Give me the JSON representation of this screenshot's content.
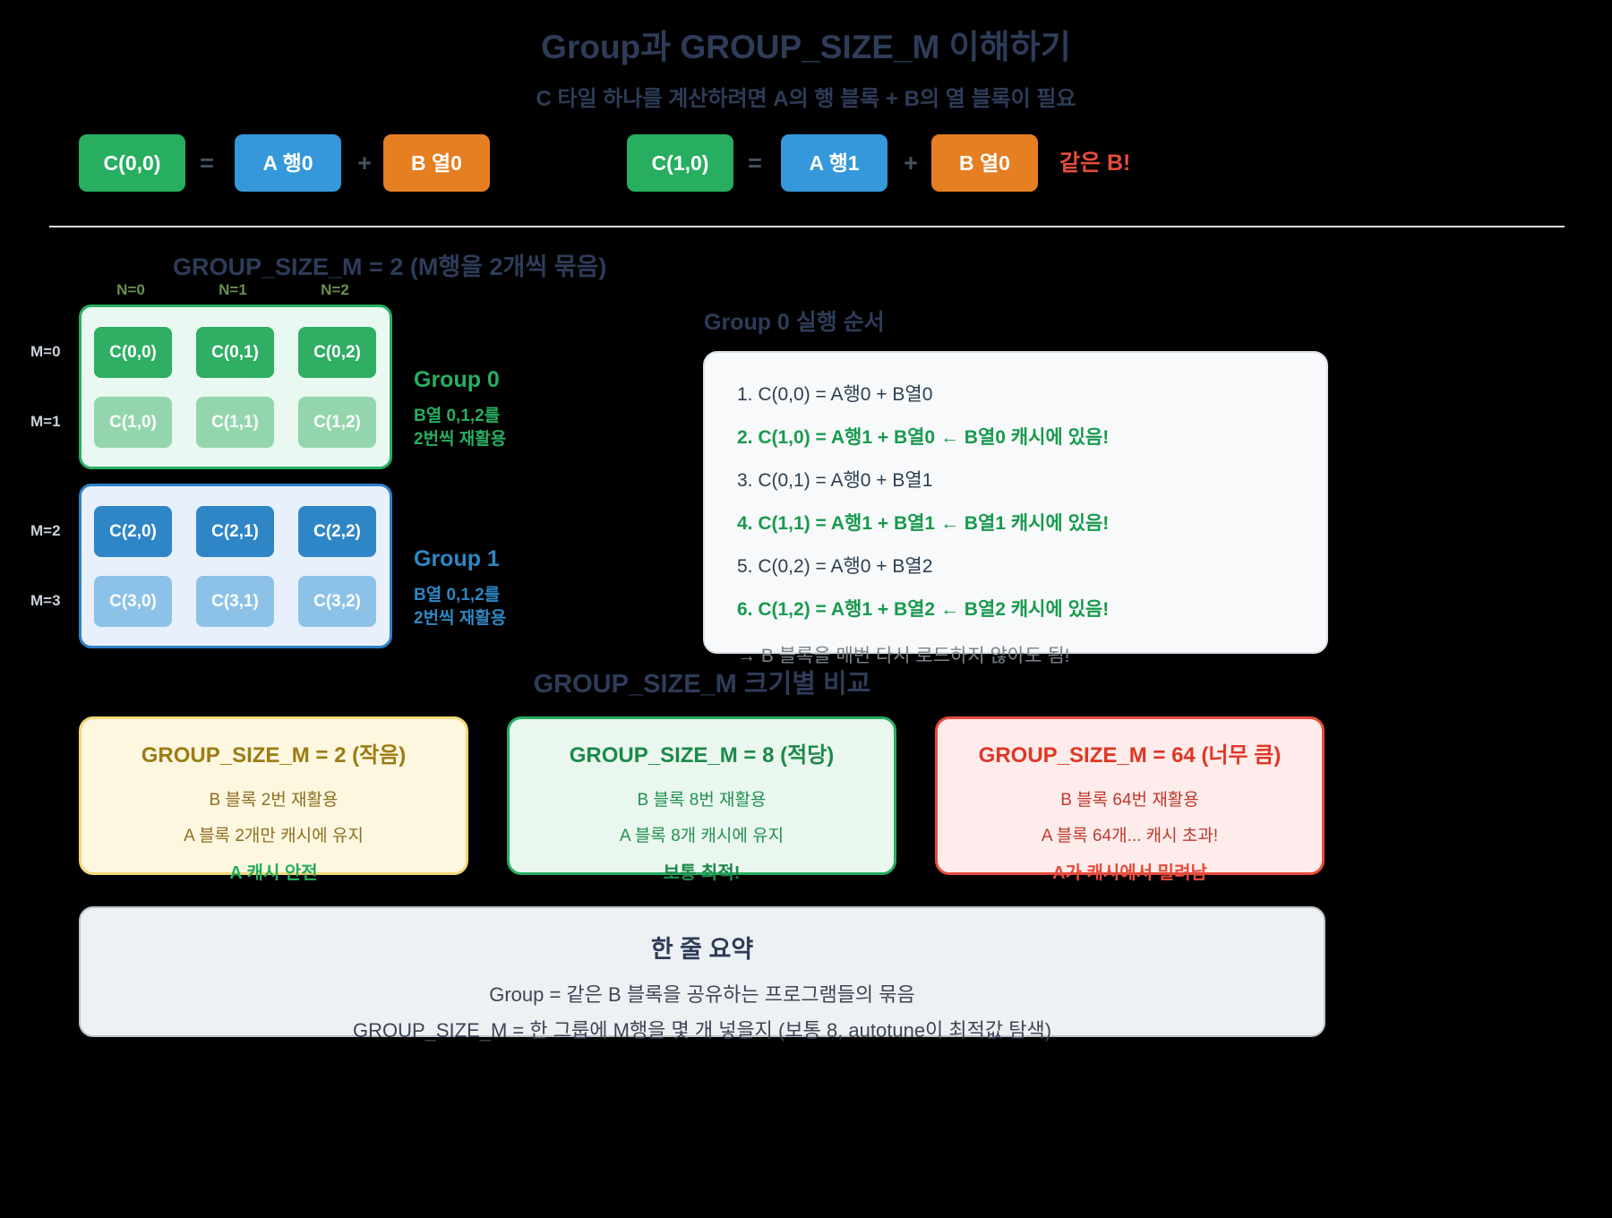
{
  "title": "Group과 GROUP_SIZE_M 이해하기",
  "subtitle": "C 타일 하나를 계산하려면 A의 행 블록 + B의 열 블록이 필요",
  "equations": [
    {
      "c": "C(0,0)",
      "equals": "=",
      "a": "A 행0",
      "plus": "+",
      "b": "B 열0"
    },
    {
      "c": "C(1,0)",
      "equals": "=",
      "a": "A 행1",
      "plus": "+",
      "b": "B 열0",
      "note": "같은 B!"
    }
  ],
  "grid_section": {
    "heading": "GROUP_SIZE_M = 2 (M행을 2개씩 묶음)",
    "col_labels": [
      "N=0",
      "N=1",
      "N=2"
    ],
    "groups": [
      {
        "name": "Group 0",
        "row_labels": [
          "M=0",
          "M=1"
        ],
        "tiles": [
          [
            "C(0,0)",
            "C(0,1)",
            "C(0,2)"
          ],
          [
            "C(1,0)",
            "C(1,1)",
            "C(1,2)"
          ]
        ],
        "caption": [
          "B열 0,1,2를",
          "2번씩 재활용"
        ]
      },
      {
        "name": "Group 1",
        "row_labels": [
          "M=2",
          "M=3"
        ],
        "tiles": [
          [
            "C(2,0)",
            "C(2,1)",
            "C(2,2)"
          ],
          [
            "C(3,0)",
            "C(3,1)",
            "C(3,2)"
          ]
        ],
        "caption": [
          "B열 0,1,2를",
          "2번씩 재활용"
        ]
      }
    ]
  },
  "execution": {
    "heading": "Group 0 실행 순서",
    "steps": [
      {
        "text": "1. C(0,0) = A행0 + B열0",
        "highlight": false
      },
      {
        "text": "2. C(1,0) = A행1 + B열0 ← B열0 캐시에 있음!",
        "highlight": true
      },
      {
        "text": "3. C(0,1) = A행0 + B열1",
        "highlight": false
      },
      {
        "text": "4. C(1,1) = A행1 + B열1 ← B열1 캐시에 있음!",
        "highlight": true
      },
      {
        "text": "5. C(0,2) = A행0 + B열2",
        "highlight": false
      },
      {
        "text": "6. C(1,2) = A행1 + B열2 ← B열2 캐시에 있음!",
        "highlight": true
      }
    ],
    "conclusion": "→ B 블록을 매번 다시 로드하지 않아도 됨!"
  },
  "comparison": {
    "heading": "GROUP_SIZE_M 크기별 비교",
    "cards": [
      {
        "title": "GROUP_SIZE_M = 2 (작음)",
        "lines": [
          "B 블록 2번 재활용",
          "A 블록 2개만 캐시에 유지"
        ],
        "verdict": "A 캐시 안전",
        "theme": "yellow"
      },
      {
        "title": "GROUP_SIZE_M = 8 (적당)",
        "lines": [
          "B 블록 8번 재활용",
          "A 블록 8개 캐시에 유지"
        ],
        "verdict": "보통 최적!",
        "theme": "green"
      },
      {
        "title": "GROUP_SIZE_M = 64 (너무 큼)",
        "lines": [
          "B 블록 64번 재활용",
          "A 블록 64개... 캐시 초과!"
        ],
        "verdict": "A가 캐시에서 밀려남",
        "theme": "red"
      }
    ]
  },
  "summary": {
    "title": "한 줄 요약",
    "line1": "Group = 같은 B 블록을 공유하는 프로그램들의 묶음",
    "line2": "GROUP_SIZE_M = 한 그룹에 M행을 몇 개 넣을지 (보통 8, autotune이 최적값 탐색)"
  },
  "colors": {
    "green": "#27ae60",
    "blue": "#3498db",
    "orange": "#e67e22",
    "red": "#e74c3c",
    "yellow": "#f1c40f"
  }
}
